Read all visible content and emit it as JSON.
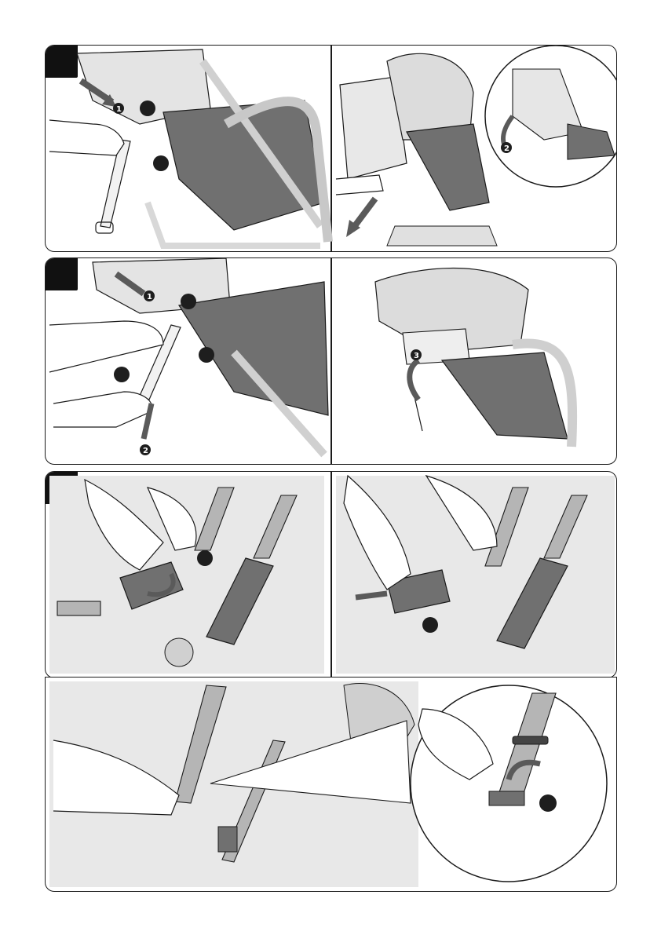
{
  "page": {
    "type": "instruction-illustrations",
    "panels": [
      {
        "id": "row1",
        "step_tab": "",
        "subpanels": 2,
        "markers": [
          "1",
          "2"
        ]
      },
      {
        "id": "row2",
        "step_tab": "",
        "subpanels": 2,
        "markers": [
          "1",
          "2",
          "3"
        ]
      },
      {
        "id": "row3",
        "step_tab": "",
        "subpanels": 2,
        "markers": []
      },
      {
        "id": "row4",
        "step_tab": null,
        "subpanels": 1,
        "markers": []
      }
    ]
  },
  "colors": {
    "outline": "#1a1a1a",
    "seat_light": "#e6e6e6",
    "seat_mid": "#bdbdbd",
    "fabric_dark": "#6f6f6f",
    "strap": "#9a9a9a",
    "arrow": "#5a5a5a",
    "callout": "#1e1e1e"
  },
  "icons": [
    "arrow-icon",
    "numbered-marker-icon",
    "callout-dot-icon",
    "magnifier-circle-icon"
  ]
}
